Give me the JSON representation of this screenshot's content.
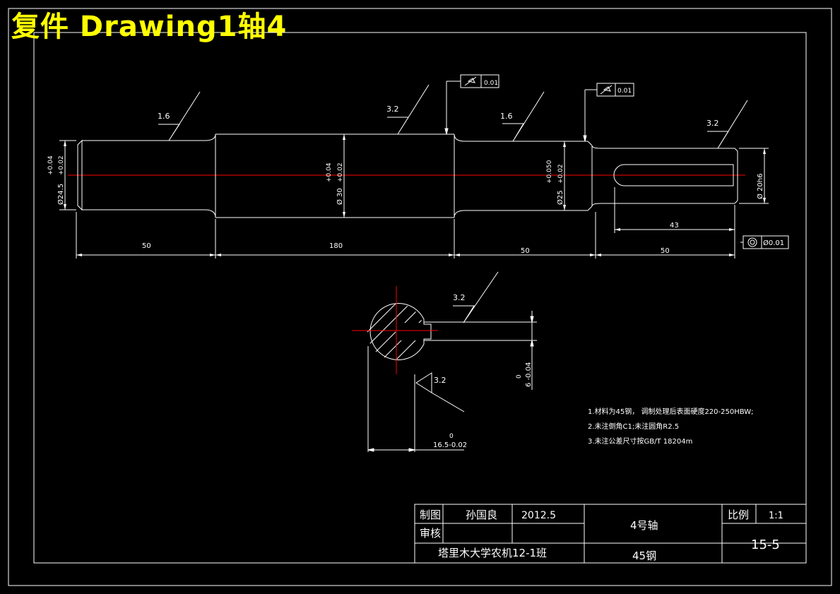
{
  "window": {
    "title": "复件 Drawing1轴4"
  },
  "colors": {
    "background": "#000000",
    "lines": "#ffffff",
    "centerline": "#ff0000",
    "title": "#ffff00"
  },
  "roughness": [
    "1.6",
    "3.2",
    "1.6",
    "3.2",
    "3.2",
    "3.2"
  ],
  "tolerance_frames": {
    "runout_1": "0.01",
    "runout_2": "0.01",
    "coaxiality": "Ø0.01"
  },
  "dimensions": {
    "len_1": "50",
    "len_2": "180",
    "len_3": "50",
    "len_4": "50",
    "keyway_len": "43",
    "dia_1": "Ø24.5",
    "dia_1_tol_up": "+0.04",
    "dia_1_tol_low": "+0.02",
    "dia_2": "Ø 30",
    "dia_2_tol_up": "+0.04",
    "dia_2_tol_low": "+0.02",
    "dia_3": "Ø25",
    "dia_3_tol_up": "+0.050",
    "dia_3_tol_low": "+0.02",
    "dia_4": "Ø 20h6",
    "key_width": "6 -0.04",
    "key_width_tol": "0",
    "key_depth": "16.5-0.02",
    "key_depth_tol": "0"
  },
  "notes": [
    "1.材料为45钢， 调制处理后表面硬度220-250HBW;",
    "2.未注倒角C1;未注圆角R2.5",
    "3.未注公差尺寸按GB/T 18204m"
  ],
  "title_block": {
    "drawn_label": "制图",
    "drawn_by": "孙国良",
    "date": "2012.5",
    "check_label": "审核",
    "school": "塔里木大学农机12-1班",
    "part_name": "4号轴",
    "material": "45钢",
    "scale_label": "比例",
    "scale": "1:1",
    "drawing_no": "15-5"
  }
}
